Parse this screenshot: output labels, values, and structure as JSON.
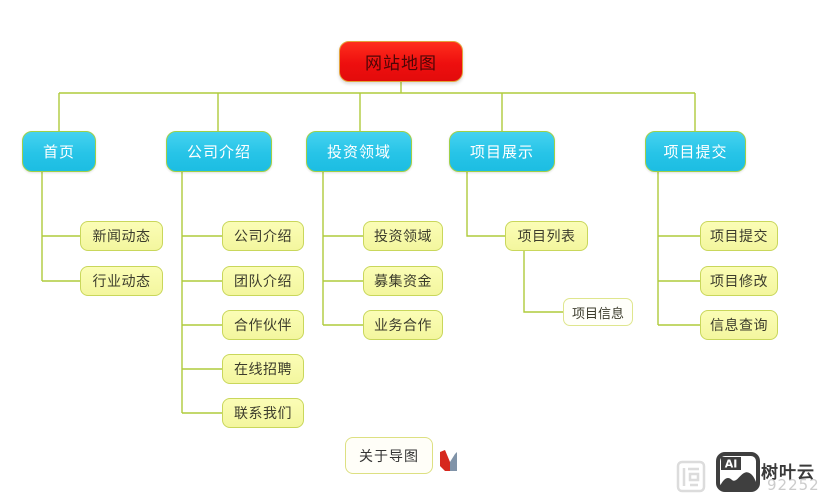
{
  "root": {
    "label": "网站地图"
  },
  "branches": [
    {
      "label": "首页",
      "children": [
        {
          "label": "新闻动态"
        },
        {
          "label": "行业动态"
        }
      ]
    },
    {
      "label": "公司介绍",
      "children": [
        {
          "label": "公司介绍"
        },
        {
          "label": "团队介绍"
        },
        {
          "label": "合作伙伴"
        },
        {
          "label": "在线招聘"
        },
        {
          "label": "联系我们"
        }
      ]
    },
    {
      "label": "投资领域",
      "children": [
        {
          "label": "投资领域"
        },
        {
          "label": "募集资金"
        },
        {
          "label": "业务合作"
        }
      ]
    },
    {
      "label": "项目展示",
      "children": [
        {
          "label": "项目列表",
          "children": [
            {
              "label": "项目信息"
            }
          ]
        }
      ]
    },
    {
      "label": "项目提交",
      "children": [
        {
          "label": "项目提交"
        },
        {
          "label": "项目修改"
        },
        {
          "label": "信息查询"
        }
      ]
    }
  ],
  "footer": {
    "about_label": "关于导图"
  },
  "watermark": {
    "ai_badge": "AI",
    "brand": "树叶云",
    "number": "92252"
  },
  "colors": {
    "root_fill": "#ee0f0f",
    "level2_fill": "#27c4e7",
    "level3_fill": "#f6f8a8",
    "node_border": "#c9d75b",
    "connector": "#afcb3c"
  }
}
